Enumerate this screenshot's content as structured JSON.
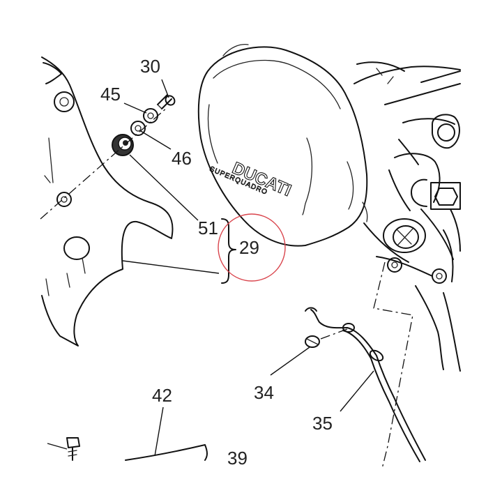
{
  "callouts": {
    "c30": "30",
    "c45": "45",
    "c46": "46",
    "c51": "51",
    "c29": "29",
    "c42": "42",
    "c39": "39",
    "c34": "34",
    "c35": "35"
  },
  "cover_logo": {
    "brand": "DUCATI",
    "model": "SUPERQUADRO"
  },
  "highlight_color": "#d9444c"
}
